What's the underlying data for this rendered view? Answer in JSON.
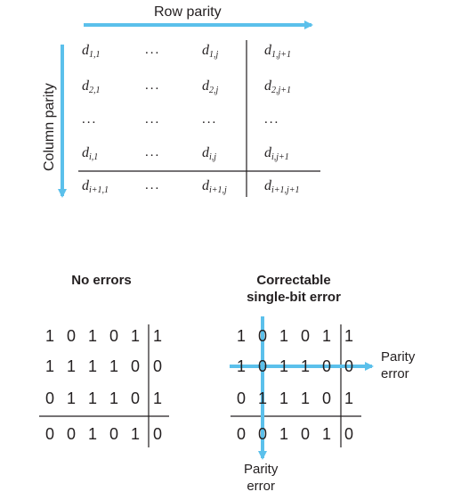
{
  "top": {
    "row_parity_label": "Row parity",
    "column_parity_label": "Column parity",
    "ellipsis": "...",
    "matrix": [
      [
        {
          "b": "d",
          "s": "1,1"
        },
        "...",
        {
          "b": "d",
          "s": "1,j"
        },
        {
          "b": "d",
          "s": "1,j+1"
        }
      ],
      [
        {
          "b": "d",
          "s": "2,1"
        },
        "...",
        {
          "b": "d",
          "s": "2,j"
        },
        {
          "b": "d",
          "s": "2,j+1"
        }
      ],
      [
        "...",
        "...",
        "...",
        "..."
      ],
      [
        {
          "b": "d",
          "s": "i,1"
        },
        "...",
        {
          "b": "d",
          "s": "i,j"
        },
        {
          "b": "d",
          "s": "i,j+1"
        }
      ],
      [
        {
          "b": "d",
          "s": "i+1,1"
        },
        "...",
        {
          "b": "d",
          "s": "i+1,j"
        },
        {
          "b": "d",
          "s": "i+1,j+1"
        }
      ]
    ]
  },
  "no_errors": {
    "title": "No errors",
    "rows": [
      [
        "1",
        "0",
        "1",
        "0",
        "1",
        "1"
      ],
      [
        "1",
        "1",
        "1",
        "1",
        "0",
        "0"
      ],
      [
        "0",
        "1",
        "1",
        "1",
        "0",
        "1"
      ],
      [
        "0",
        "0",
        "1",
        "0",
        "1",
        "0"
      ]
    ]
  },
  "correctable": {
    "title_line1": "Correctable",
    "title_line2": "single-bit error",
    "rows": [
      [
        "1",
        "0",
        "1",
        "0",
        "1",
        "1"
      ],
      [
        "1",
        "0",
        "1",
        "1",
        "0",
        "0"
      ],
      [
        "0",
        "1",
        "1",
        "1",
        "0",
        "1"
      ],
      [
        "0",
        "0",
        "1",
        "0",
        "1",
        "0"
      ]
    ],
    "parity_error_label_1": "Parity",
    "parity_error_label_2": "error"
  },
  "colors": {
    "arrow": "#5bc0eb",
    "text": "#231f20"
  }
}
